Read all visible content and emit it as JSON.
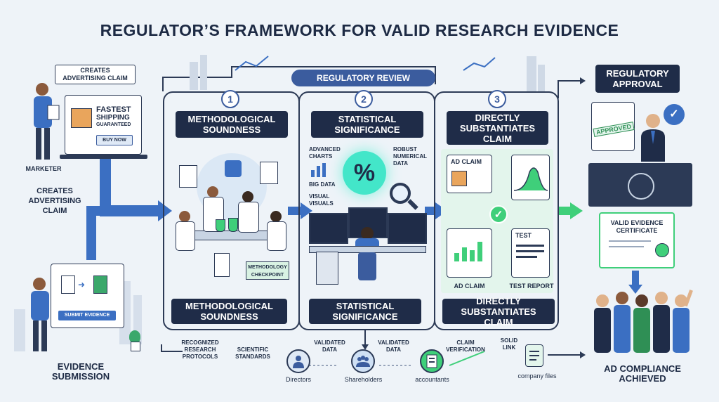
{
  "title": "REGULATOR’S FRAMEWORK FOR VALID RESEARCH EVIDENCE",
  "review_label": "REGULATORY REVIEW",
  "steps": [
    {
      "num": "1",
      "top_label": "METHODOLOGICAL SOUNDNESS",
      "bottom_label": "METHODOLOGICAL SOUNDNESS"
    },
    {
      "num": "2",
      "top_label": "STATISTICAL SIGNIFICANCE",
      "bottom_label": "STATISTICAL SIGNIFICANCE"
    },
    {
      "num": "3",
      "top_label": "DIRECTLY SUBSTANTIATES CLAIM",
      "bottom_label": "DIRECTLY SUBSTANTIATES CLAIM"
    }
  ],
  "marketer": {
    "speech": "CREATES ADVERTISING CLAIM",
    "ad_line1": "FASTEST",
    "ad_line2": "SHIPPING",
    "ad_line3": "GUARANTEED",
    "ad_button": "BUY NOW",
    "caption": "MARKETER",
    "creates_caption": "CREATES ADVERTISING CLAIM"
  },
  "evidence": {
    "submit_button": "SUBMIT EVIDENCE",
    "caption": "EVIDENCE SUBMISSION"
  },
  "lab": {
    "checkpoint": "METHODOLOGY CHECKPOINT"
  },
  "stats": {
    "advanced_charts": "ADVANCED CHARTS",
    "big_data": "BIG DATA",
    "visual_visuals": "VISUAL VISUALS",
    "robust_data": "ROBUST NUMERICAL DATA",
    "percent": "%"
  },
  "claim_panel": {
    "ad_claim_top": "AD CLAIM",
    "ad_claim_bottom": "AD CLAIM",
    "test": "TEST",
    "test_report": "TEST REPORT"
  },
  "approval": {
    "label": "REGULATORY APPROVAL",
    "stamp": "APPROVED",
    "certificate": "VALID EVIDENCE CERTIFICATE",
    "compliance": "AD COMPLIANCE ACHIEVED"
  },
  "bottom_flow": {
    "recognized": "RECOGNIZED RESEARCH PROTOCOLS",
    "scientific": "SCIENTIFIC STANDARDS",
    "validated_data_1": "VALIDATED DATA",
    "validated_data_2": "VALIDATED DATA",
    "claim_verification": "CLAIM VERIFICATION",
    "solid_link": "SOLID LINK",
    "directors": "Directors",
    "shareholders": "Shareholders",
    "accountants": "accountants",
    "company_files": "company files"
  },
  "colors": {
    "navy": "#1f2c48",
    "blue": "#3b5c9e",
    "green": "#3fcf7a",
    "bg": "#eef3f8"
  }
}
